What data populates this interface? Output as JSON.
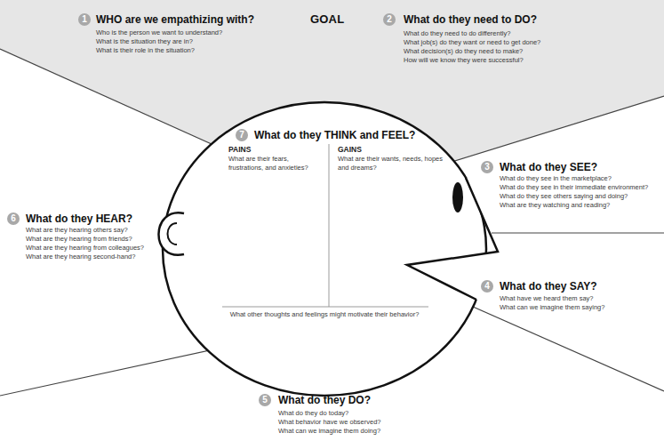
{
  "diagram": {
    "nodes": [
      {
        "text": [
          "GOAL"
        ]
      },
      {
        "text": [
          "WHO are we empathizing with?",
          "Who is the person we want to understand?",
          "What is the situation they are in?",
          "What is their role in the situation?"
        ],
        "in": 0
      },
      {
        "text": [
          "What do they need to DO?",
          "What do they need to do differently?",
          "What job(s) do they want or need to get done?",
          "What decision(s) do they need to make?",
          "How will we know they were successful?"
        ],
        "in": 0
      },
      {
        "text": [
          "What do they THINK and FEEL?",
          "PAINS",
          "What are their fears, frustrations, and anxieties?",
          "GAINS",
          "What are their wants, needs, hopes and dreams?",
          "What other thoughts and feelings might motivate their behavior?"
        ]
      },
      {
        "text": [
          "What do they SEE?",
          "What do they see in the marketplace?",
          "What do they see in their immediate environment?",
          "What do they see others saying and doing?",
          "What are they watching and reading?"
        ]
      },
      {
        "text": [
          "What do they HEAR?",
          "What are they hearing others say?",
          "What are they hearing from friends?",
          "What are they hearing from colleagues?",
          "What are they hearing second-hand?"
        ]
      },
      {
        "text": [
          "What do they SAY?",
          "What have we heard them say?",
          "What can we imagine them saying?"
        ]
      },
      {
        "text": [
          "What do they DO?",
          "What do they do today?",
          "What behavior have we observed?",
          "What can we imagine them doing?"
        ]
      }
    ],
    "labels": [
      "1",
      "2",
      "7",
      "3",
      "6",
      "4",
      "5"
    ]
  }
}
